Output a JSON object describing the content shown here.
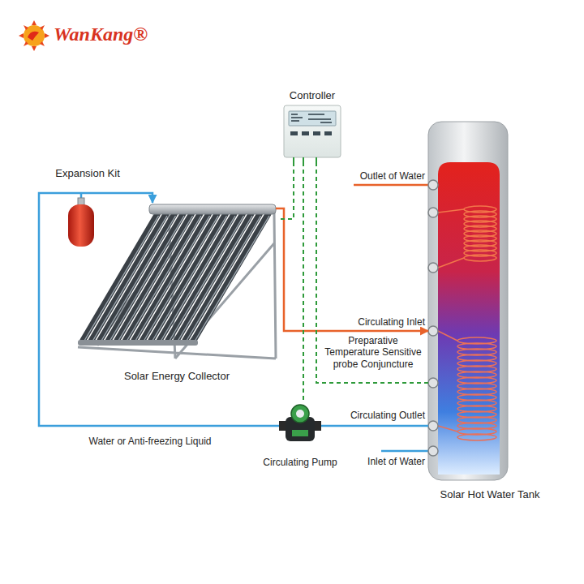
{
  "diagram": {
    "nodes": [
      {
        "text": [
          "Controller"
        ]
      },
      {
        "text": [
          "Expansion Kit"
        ]
      },
      {
        "text": [
          "Solar Energy Collector"
        ]
      },
      {
        "text": [
          "Circulating Pump"
        ]
      },
      {
        "text": [
          "Solar Hot Water Tank"
        ]
      }
    ],
    "edges": [
      {
        "from": 2,
        "to": 4,
        "arrow": "to"
      },
      {
        "from": 4,
        "to": 3,
        "arrow": "none"
      },
      {
        "from": 3,
        "to": 2,
        "arrow": "to",
        "label": "Water or Anti-freezing Liquid"
      },
      {
        "from": 0,
        "to": 2,
        "arrow": "none"
      },
      {
        "from": 0,
        "to": 4,
        "arrow": "none"
      },
      {
        "from": 0,
        "to": 3,
        "arrow": "none"
      }
    ],
    "labels": [
      "WanKang®",
      "Outlet of Water",
      "Circulating Inlet",
      "Preparative Temperature Sensitive probe Conjuncture",
      "Circulating Outlet",
      "Inlet of Water"
    ]
  }
}
